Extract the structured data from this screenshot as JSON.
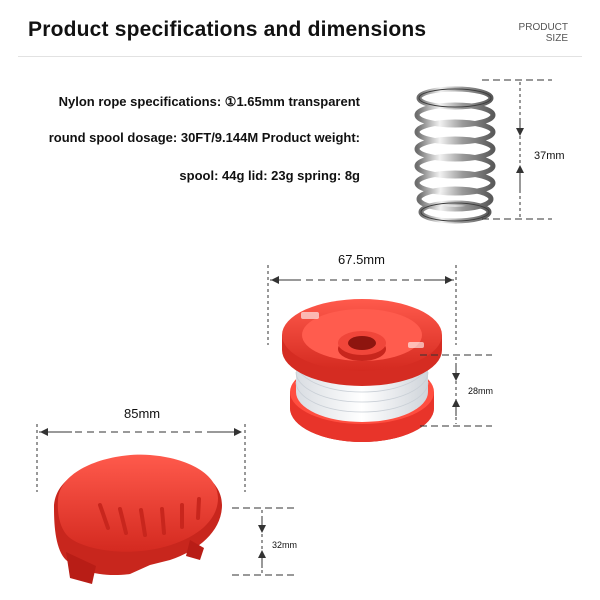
{
  "header": {
    "title": "Product specifications and dimensions",
    "tag_line1": "PRODUCT",
    "tag_line2": "SIZE"
  },
  "specs": {
    "line1": "Nylon rope specifications: ①1.65mm transparent",
    "line2": "round spool dosage: 30FT/9.144M Product weight:",
    "line3": "spool: 44g lid: 23g spring: 8g"
  },
  "dimensions": {
    "spring_height": "37mm",
    "spool_width": "67.5mm",
    "spool_height": "28mm",
    "lid_width": "85mm",
    "lid_height": "32mm"
  },
  "colors": {
    "red": "#e8342a",
    "dark_red": "#b81d16",
    "dim_line": "#333333"
  }
}
